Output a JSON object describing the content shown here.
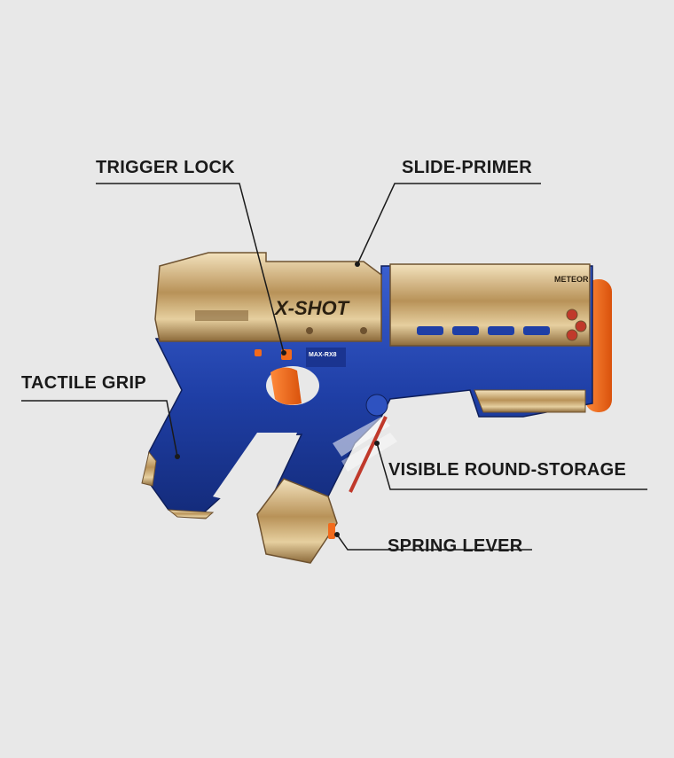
{
  "callouts": {
    "trigger_lock": "TRIGGER LOCK",
    "slide_primer": "SLIDE-PRIMER",
    "tactile_grip": "TACTILE GRIP",
    "round_storage": "VISIBLE ROUND-STORAGE",
    "spring_lever": "SPRING LEVER"
  },
  "product_markings": {
    "brand": "X-SHOT",
    "model": "METEOR",
    "spec": "MAX-RX8"
  },
  "colors": {
    "background": "#e8e8e8",
    "body_blue": "#1f3fa6",
    "gold": "#c9a66b",
    "orange_tip": "#f26a1b",
    "line": "#1a1a1a"
  }
}
